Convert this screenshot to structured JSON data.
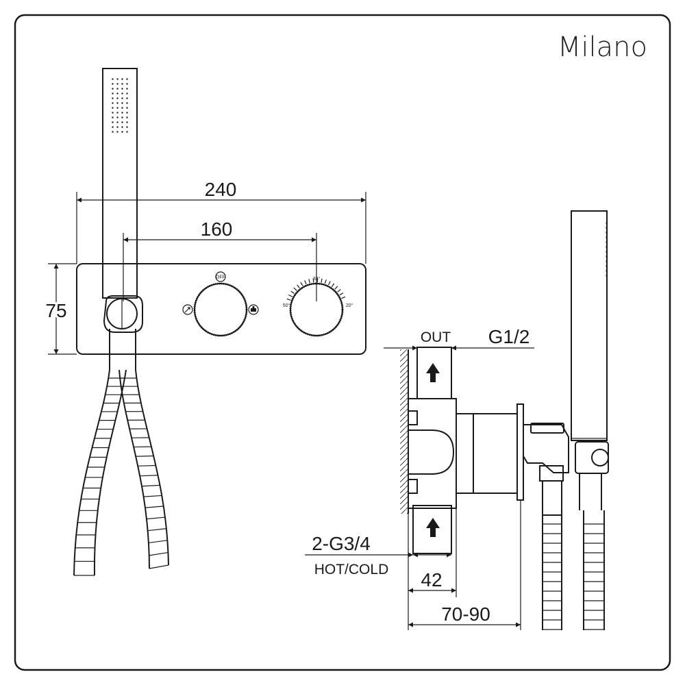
{
  "brand": "Milano",
  "front_view": {
    "dim_overall_width": "240",
    "dim_center_distance": "160",
    "dim_height": "75",
    "selector_label_top": "OFF",
    "thermostat_labels": {
      "left": "50°",
      "top": "38°",
      "right": "20°"
    }
  },
  "side_view": {
    "outlet_label": "OUT",
    "outlet_thread": "G1/2",
    "inlet_thread": "2-G3/4",
    "inlet_label": "HOT/COLD",
    "dim_body_depth": "42",
    "dim_install_depth": "70-90"
  },
  "icons": [
    "shower-head-icon",
    "bath-tap-icon",
    "up-arrow-icon"
  ]
}
